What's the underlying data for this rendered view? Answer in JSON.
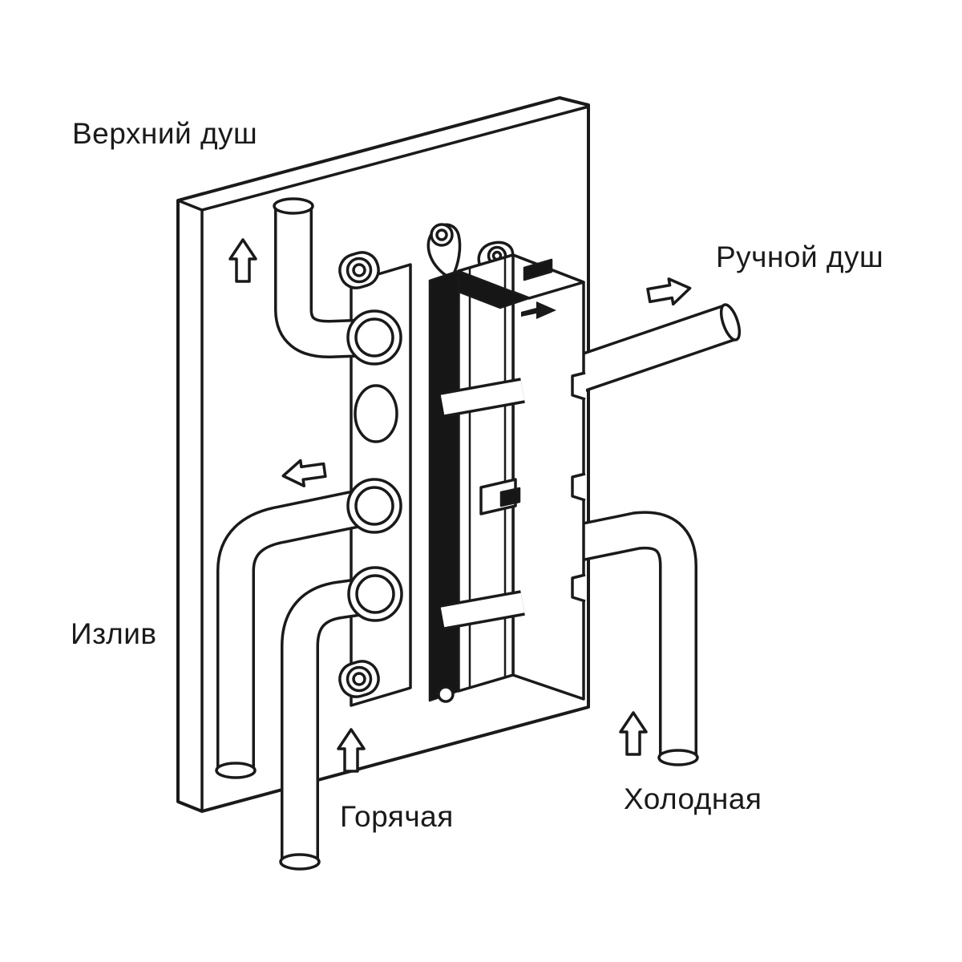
{
  "diagram": {
    "type": "isometric-plumbing-installation-diagram",
    "labels": {
      "top_shower": "Верхний душ",
      "hand_shower": "Ручной душ",
      "spout": "Излив",
      "hot_water": "Горячая",
      "cold_water": "Холодная"
    },
    "colors": {
      "line": "#1a1a1a",
      "background": "#ffffff",
      "band": "#161616"
    }
  }
}
